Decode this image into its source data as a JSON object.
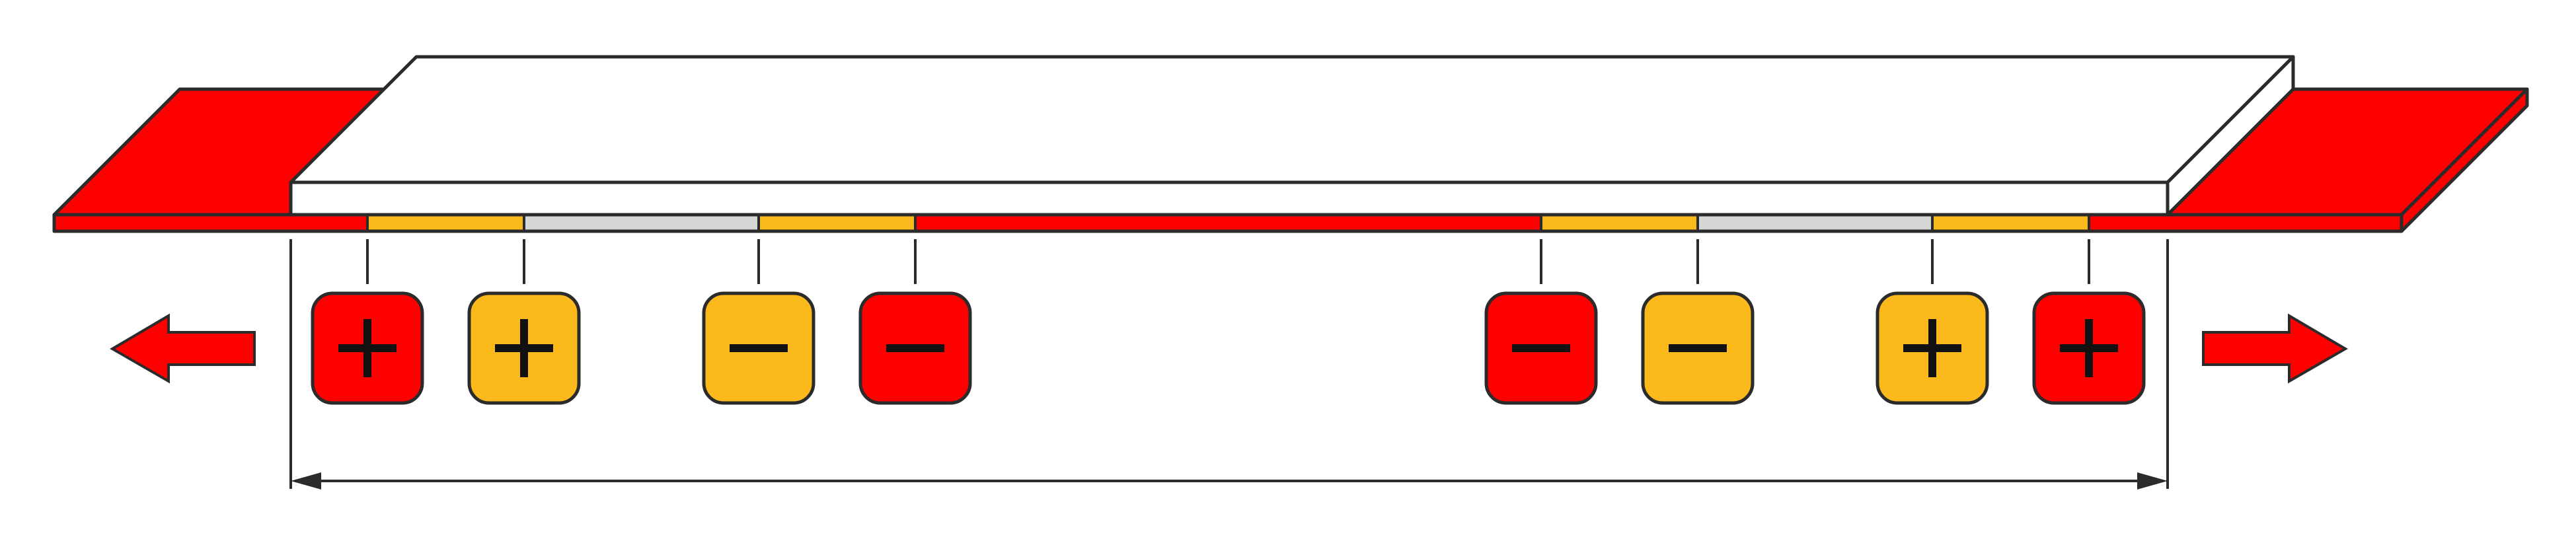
{
  "colors": {
    "red": "#ff0000",
    "orange": "#fbb91c",
    "gray": "#d6d6d6",
    "white": "#ffffff",
    "stroke": "#2b2b2b",
    "sign": "#111111"
  },
  "strip_segments": [
    {
      "color": "red",
      "from": 0,
      "to": 1
    },
    {
      "color": "orange",
      "from": 1,
      "to": 2
    },
    {
      "color": "gray",
      "from": 2,
      "to": 3
    },
    {
      "color": "orange",
      "from": 3,
      "to": 4
    },
    {
      "color": "red",
      "from": 4,
      "to": 5
    },
    {
      "color": "orange",
      "from": 5,
      "to": 6
    },
    {
      "color": "gray",
      "from": 6,
      "to": 7
    },
    {
      "color": "orange",
      "from": 7,
      "to": 8
    },
    {
      "color": "red",
      "from": 8,
      "to": 9
    }
  ],
  "electrodes": [
    {
      "color": "red",
      "sign": "plus"
    },
    {
      "color": "orange",
      "sign": "plus"
    },
    {
      "color": "orange",
      "sign": "minus"
    },
    {
      "color": "red",
      "sign": "minus"
    },
    {
      "color": "red",
      "sign": "minus"
    },
    {
      "color": "orange",
      "sign": "minus"
    },
    {
      "color": "orange",
      "sign": "plus"
    },
    {
      "color": "red",
      "sign": "plus"
    }
  ],
  "arrows": [
    {
      "direction": "left",
      "color": "red"
    },
    {
      "direction": "right",
      "color": "red"
    }
  ],
  "dimension_arrow": {
    "icon": "double-headed-arrow"
  }
}
